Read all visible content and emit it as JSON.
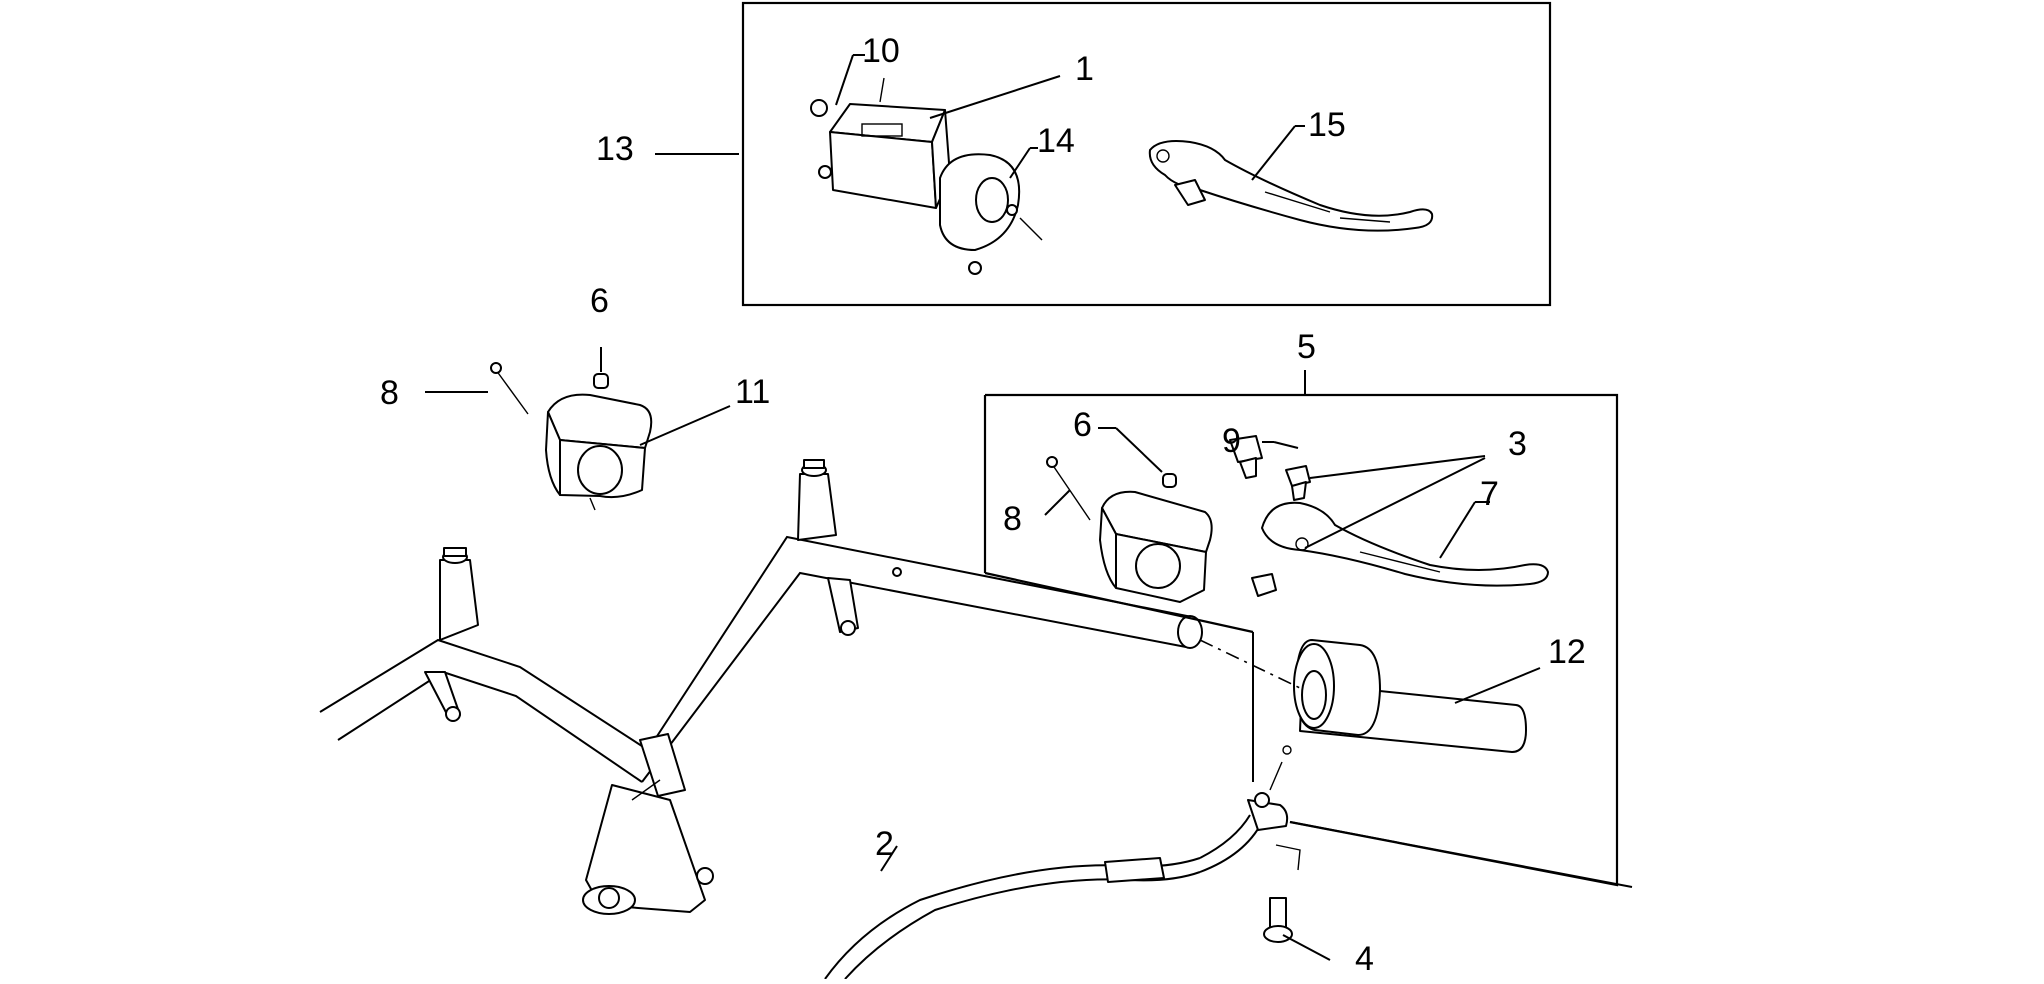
{
  "callouts": {
    "c1": "1",
    "c2": "2",
    "c3": "3",
    "c4": "4",
    "c5": "5",
    "c6a": "6",
    "c6b": "6",
    "c7": "7",
    "c8a": "8",
    "c8b": "8",
    "c9": "9",
    "c10": "10",
    "c11": "11",
    "c12": "12",
    "c13": "13",
    "c14": "14",
    "c15": "15"
  }
}
